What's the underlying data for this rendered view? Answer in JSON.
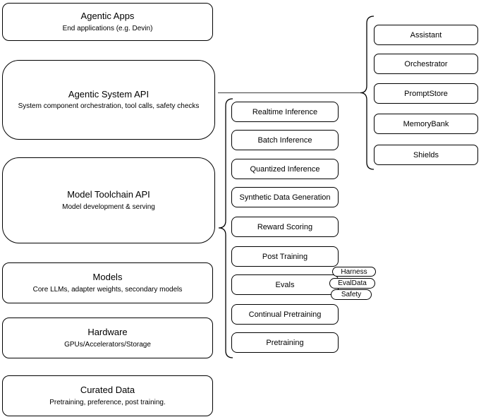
{
  "diagram": {
    "left_stack": [
      {
        "title": "Agentic Apps",
        "subtitle": "End applications (e.g. Devin)"
      },
      {
        "title": "Agentic System API",
        "subtitle": "System component orchestration, tool calls, safety checks"
      },
      {
        "title": "Model Toolchain API",
        "subtitle": "Model development & serving"
      },
      {
        "title": "Models",
        "subtitle": "Core LLMs, adapter weights, secondary models"
      },
      {
        "title": "Hardware",
        "subtitle": "GPUs/Accelerators/Storage"
      },
      {
        "title": "Curated Data",
        "subtitle": "Pretraining, preference, post training."
      }
    ],
    "toolchain_items": [
      "Realtime Inference",
      "Batch Inference",
      "Quantized Inference",
      "Synthetic Data Generation",
      "Reward Scoring",
      "Post Training",
      "Evals",
      "Continual Pretraining",
      "Pretraining"
    ],
    "evals_tags": [
      "Harness",
      "EvalData",
      "Safety"
    ],
    "system_components": [
      "Assistant",
      "Orchestrator",
      "PromptStore",
      "MemoryBank",
      "Shields"
    ],
    "colors": {
      "stroke": "#000000",
      "background": "#ffffff",
      "connector": "#595959"
    }
  }
}
